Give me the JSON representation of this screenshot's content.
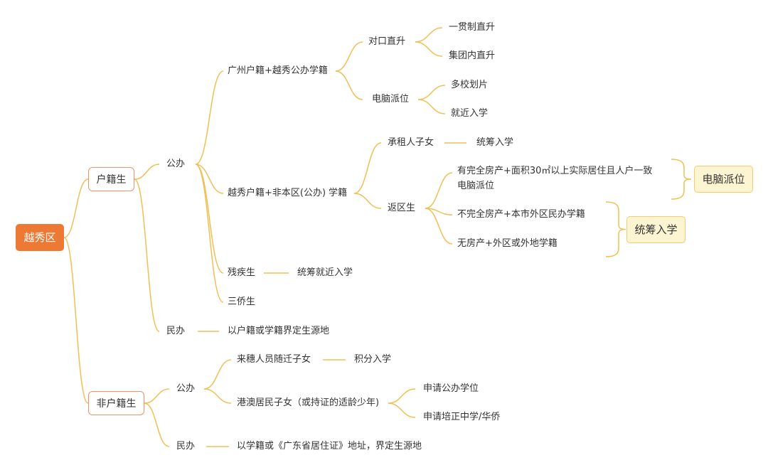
{
  "root": "越秀区",
  "hukou": {
    "label": "户籍生",
    "public": {
      "label": "公办",
      "gz": {
        "label": "广州户籍+越秀公办学籍",
        "direct": {
          "label": "对口直升",
          "items": [
            "一贯制直升",
            "集团内直升"
          ]
        },
        "computer": {
          "label": "电脑派位",
          "items": [
            "多校划片",
            "就近入学"
          ]
        }
      },
      "ys": {
        "label": "越秀户籍+非本区(公办) 学籍",
        "renter": {
          "label": "承租人子女",
          "result": "统筹入学"
        },
        "return": {
          "label": "返区生",
          "items": [
            "有完全房产+面积30㎡以上实际居住且人户一致",
            "不完全房产+本市外区民办学籍",
            "无房产+外区或外地学籍"
          ],
          "item0_sub": "电脑派位",
          "box_computer": "电脑派位",
          "box_overall": "统筹入学"
        }
      },
      "disabled": {
        "label": "残疾生",
        "result": "统筹就近入学"
      },
      "overseas": {
        "label": "三侨生"
      }
    },
    "private": {
      "label": "民办",
      "result": "以户籍或学籍界定生源地"
    }
  },
  "nonhukou": {
    "label": "非户籍生",
    "public": {
      "label": "公办",
      "migrant": {
        "label": "来穗人员随迁子女",
        "result": "积分入学"
      },
      "hkmo": {
        "label": "港澳居民子女（或持证的适龄少年)",
        "items": [
          "申请公办学位",
          "申请培正中学/华侨"
        ]
      }
    },
    "private": {
      "label": "民办",
      "result": "以学籍或《广东省居住证》地址，界定生源地"
    }
  },
  "colors": {
    "line": "#f0bf55",
    "root_fill": "#ec7a35",
    "level1_border": "#e8946a",
    "highlight_fill": "#fdf4d2"
  }
}
